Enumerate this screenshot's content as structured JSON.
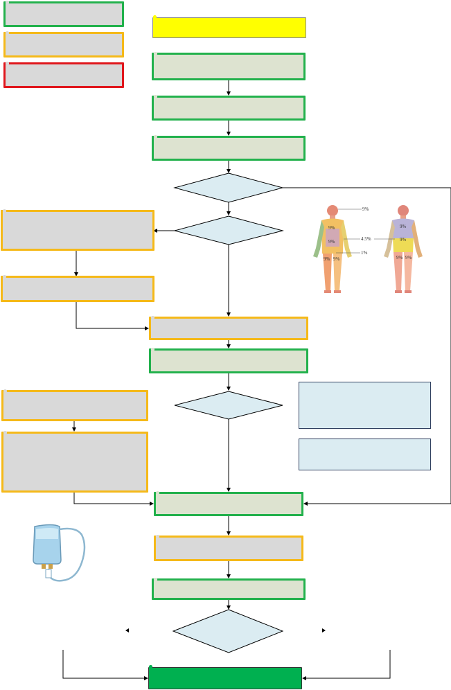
{
  "colors": {
    "green_border": "#22b14c",
    "orange_border": "#f5b919",
    "red_border": "#e0161c",
    "yellow_fill": "#ffff00",
    "grey_fill": "#d9d9d9",
    "sage_fill": "#dde3d0",
    "info_fill": "#dbecf2",
    "final_fill": "#00b050",
    "diamond_fill": "#dbecf2",
    "line": "#000000"
  },
  "body_chart": {
    "labels": [
      "9%",
      "9%",
      "4.5%",
      "1%",
      "9%",
      "9%",
      "9%",
      "9%",
      "9%",
      "9%",
      "9%"
    ]
  },
  "icons": {
    "body_figure": "rule-of-nines-figure",
    "iv_bag": "iv-fluid-bag-icon"
  }
}
